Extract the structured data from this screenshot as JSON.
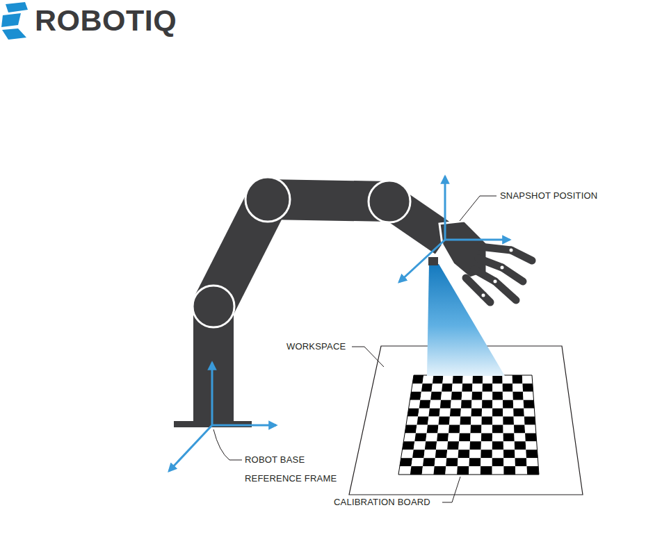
{
  "diagram": {
    "labels": [
      "ROBOTIQ",
      "SNAPSHOT POSITION",
      "WORKSPACE",
      "ROBOT BASE REFERENCE FRAME",
      "CALIBRATION BOARD"
    ]
  }
}
